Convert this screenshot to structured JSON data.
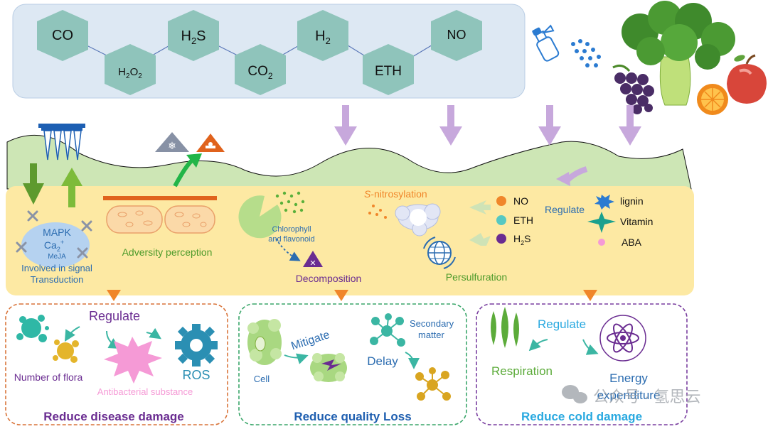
{
  "gases": [
    {
      "main": "CO",
      "sub": ""
    },
    {
      "main": "H",
      "sub": "2",
      "tail": "O",
      "sub2": "2"
    },
    {
      "main": "H",
      "sub": "2",
      "tail": "S"
    },
    {
      "main": "CO",
      "sub": "2"
    },
    {
      "main": "H",
      "sub": "2"
    },
    {
      "main": "ETH",
      "sub": ""
    },
    {
      "main": "NO",
      "sub": ""
    }
  ],
  "band": {
    "signal": {
      "mapk": "MAPK",
      "ca_main": "Ca",
      "ca_sub": "2",
      "ca_sup": "+",
      "meja": "MeJA",
      "caption_line1": "Involved in signal",
      "caption_line2": "Transduction"
    },
    "adversity": "Adversity perception",
    "chlorophyll_line1": "Chlorophyll",
    "chlorophyll_line2": "and flavonoid",
    "decomposition": "Decomposition",
    "s_prefix": "S",
    "s_rest": "-nitrosylation",
    "persulfuration": "Persulfuration",
    "legend": [
      {
        "label": "NO",
        "color": "#f0862a"
      },
      {
        "label": "ETH",
        "color": "#56c8c2"
      },
      {
        "label": "H",
        "sub": "2",
        "tail": "S",
        "color": "#6a2c91"
      }
    ],
    "regulate": "Regulate",
    "effects": [
      {
        "label": "lignin",
        "icon": "blue-star-burst"
      },
      {
        "label": "Vitamin",
        "icon": "teal-four-point-star"
      },
      {
        "label": "ABA",
        "icon": "pink-dot"
      }
    ]
  },
  "boxes": {
    "disease": {
      "regulate": "Regulate",
      "flora": "Number of flora",
      "antibacterial": "Antibacterial substance",
      "ros": "ROS",
      "title": "Reduce disease damage"
    },
    "quality": {
      "mitigate": "Mitigate",
      "secondary_line1": "Secondary",
      "secondary_line2": "matter",
      "cell": "Cell",
      "delay": "Delay",
      "title": "Reduce quality Loss"
    },
    "cold": {
      "regulate": "Regulate",
      "respiration": "Respiration",
      "energy_line1": "Energy",
      "energy_line2": "expenditure",
      "title": "Reduce cold damage"
    }
  },
  "watermark": "公众号 · 氢思云",
  "colors": {
    "hex_fill": "#8fc4bb",
    "top_panel": "#dde8f3",
    "band": "#fde9a3",
    "hill": "#cde6b5",
    "disease_border": "#d9743a",
    "quality_border": "#3aa66a",
    "cold_border": "#7a3fa0",
    "disease_title": "#6a2c91",
    "quality_title": "#1f5fb0",
    "cold_title": "#29a9e0",
    "text_blue": "#2b6cb0",
    "text_green": "#4c9a2a",
    "text_purple": "#6a2c91"
  }
}
